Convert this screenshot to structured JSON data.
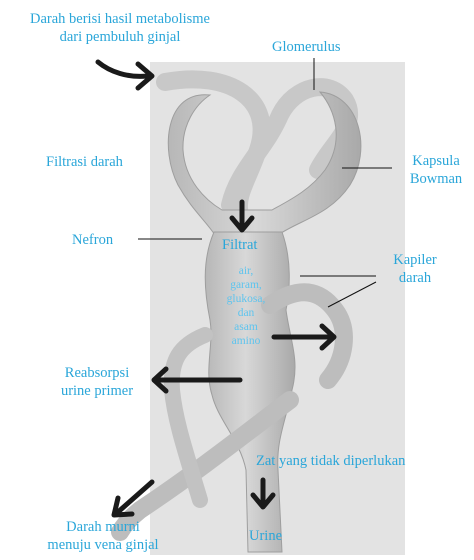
{
  "labels": {
    "input_blood": [
      "Darah berisi hasil metabolisme",
      "dari pembuluh ginjal"
    ],
    "glomerulus": "Glomerulus",
    "filtration": "Filtrasi darah",
    "bowman": [
      "Kapsula",
      "Bowman"
    ],
    "nephron": "Nefron",
    "filtrate": "Filtrat",
    "filtrate_contents": [
      "air,",
      "garam,",
      "glukosa,",
      "dan",
      "asam",
      "amino"
    ],
    "capillary": [
      "Kapiler",
      "darah"
    ],
    "reabsorption": [
      "Reabsorpsi",
      "urine primer"
    ],
    "waste": "Zat yang tidak diperlukan",
    "clean_blood": [
      "Darah murni",
      "menuju vena ginjal"
    ],
    "urine": "Urine"
  },
  "colors": {
    "label": "#2aa6d9",
    "panel": "#e3e3e3",
    "tube": "#c4c4c4",
    "arrow": "#1a1a1a"
  }
}
